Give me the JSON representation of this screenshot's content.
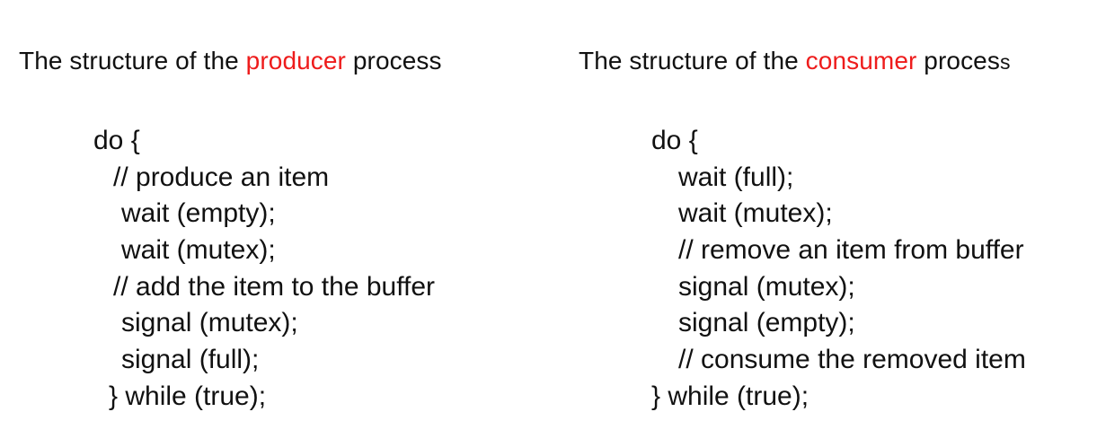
{
  "producer": {
    "heading": {
      "prefix": "The structure of the ",
      "highlight": "producer",
      "suffix": " process",
      "suffix_tail": ""
    },
    "code": [
      {
        "text": "do {",
        "indent": 0
      },
      {
        "text": "//  produce an item",
        "indent": 22
      },
      {
        "text": "wait (empty);",
        "indent": 31
      },
      {
        "text": "wait (mutex);",
        "indent": 31
      },
      {
        "text": "//  add the item to the  buffer",
        "indent": 22
      },
      {
        "text": "signal (mutex);",
        "indent": 31
      },
      {
        "text": "signal (full);",
        "indent": 31
      },
      {
        "text": "} while (true);",
        "indent": 17
      }
    ]
  },
  "consumer": {
    "heading": {
      "prefix": "The structure of the ",
      "highlight": "consumer",
      "suffix": " proces",
      "suffix_tail": "s"
    },
    "code": [
      {
        "text": "do {",
        "indent": 0
      },
      {
        "text": "wait (full);",
        "indent": 30
      },
      {
        "text": "wait (mutex);",
        "indent": 30
      },
      {
        "text": "//  remove an item from  buffer",
        "indent": 30
      },
      {
        "text": "signal (mutex);",
        "indent": 30
      },
      {
        "text": "signal (empty);",
        "indent": 30
      },
      {
        "text": "//  consume the removed item",
        "indent": 30
      },
      {
        "text": "} while (true);",
        "indent": 0
      }
    ]
  },
  "colors": {
    "highlight": "#ee1c1c",
    "text": "#111111",
    "background": "#ffffff"
  }
}
